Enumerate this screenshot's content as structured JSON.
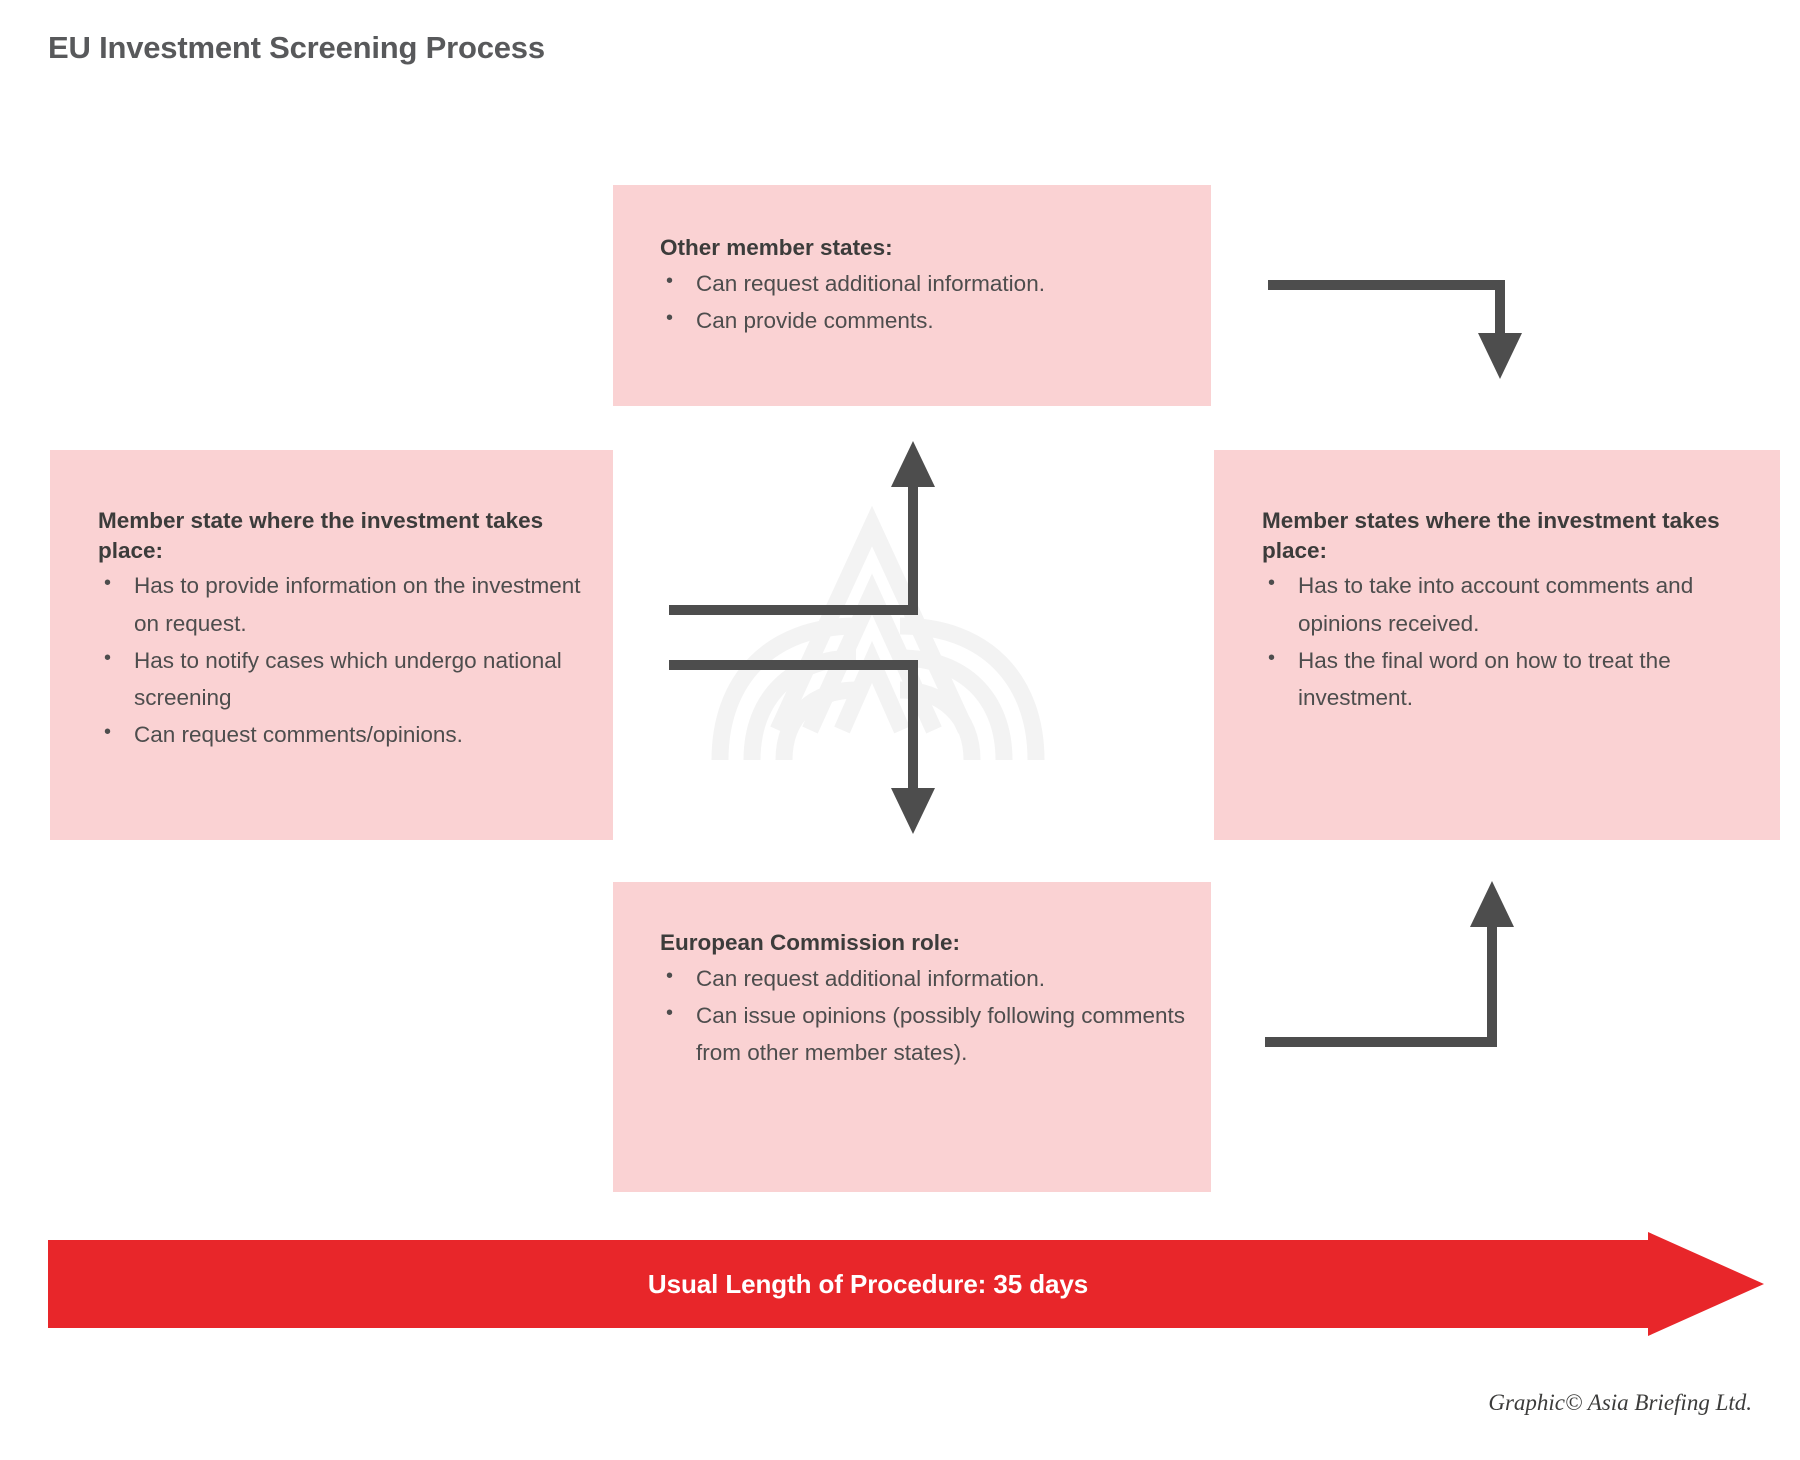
{
  "page": {
    "title": "EU Investment Screening Process",
    "credit": "Graphic© Asia Briefing Ltd."
  },
  "colors": {
    "box_fill": "#fad2d3",
    "heading_text": "#3c3c3b",
    "body_text": "#4d4d4d",
    "title_text": "#58595b",
    "banner_red": "#e8262a",
    "arrow_gray": "#4d4d4d",
    "watermark": "#f4f4f4"
  },
  "boxes": {
    "other_member_states": {
      "heading": "Other member states:",
      "bullets": [
        "Can request additional information.",
        "Can provide comments."
      ]
    },
    "member_state_left": {
      "heading": "Member state where the investment takes place:",
      "bullets": [
        "Has to provide information on the investment on request.",
        "Has to notify cases which undergo national screening",
        "Can request comments/opinions."
      ]
    },
    "member_states_right": {
      "heading": "Member states where the investment takes place:",
      "bullets": [
        "Has to take into account comments and opinions received.",
        "Has the final word on how to treat the investment."
      ]
    },
    "ec_role": {
      "heading": "European Commission role:",
      "bullets": [
        "Can request additional information.",
        "Can issue opinions (possibly following comments from other member states)."
      ]
    }
  },
  "banner": {
    "label": "Usual Length of Procedure: 35 days"
  },
  "icons": {
    "arrow_up": "arrow-up-icon",
    "arrow_down": "arrow-down-icon",
    "arrow_right": "arrow-right-icon",
    "watermark_logo": "asia-briefing-logo-watermark"
  }
}
